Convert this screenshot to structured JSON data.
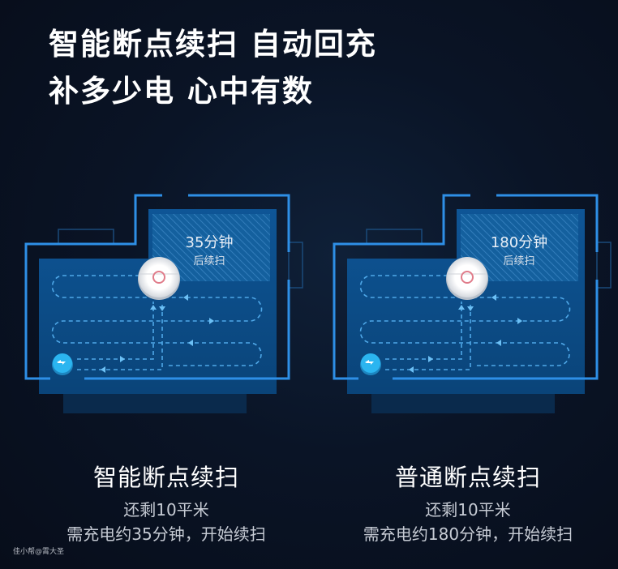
{
  "headline": {
    "line1": "智能断点续扫  自动回充",
    "line2": "补多少电  心中有数"
  },
  "panels": [
    {
      "room_time": "35分钟",
      "room_sub": "后续扫",
      "title": "智能断点续扫",
      "line1": "还剩10平米",
      "line2": "需充电约35分钟，开始续扫"
    },
    {
      "room_time": "180分钟",
      "room_sub": "后续扫",
      "title": "普通断点续扫",
      "line1": "还剩10平米",
      "line2": "需充电约180分钟，开始续扫"
    }
  ],
  "watermark": "佳小帮@霄大圣",
  "colors": {
    "wall": "#2e8fe6",
    "floor": "#0c4f8c",
    "path": "#4fa8e8",
    "charger": "#2bb5f0"
  }
}
